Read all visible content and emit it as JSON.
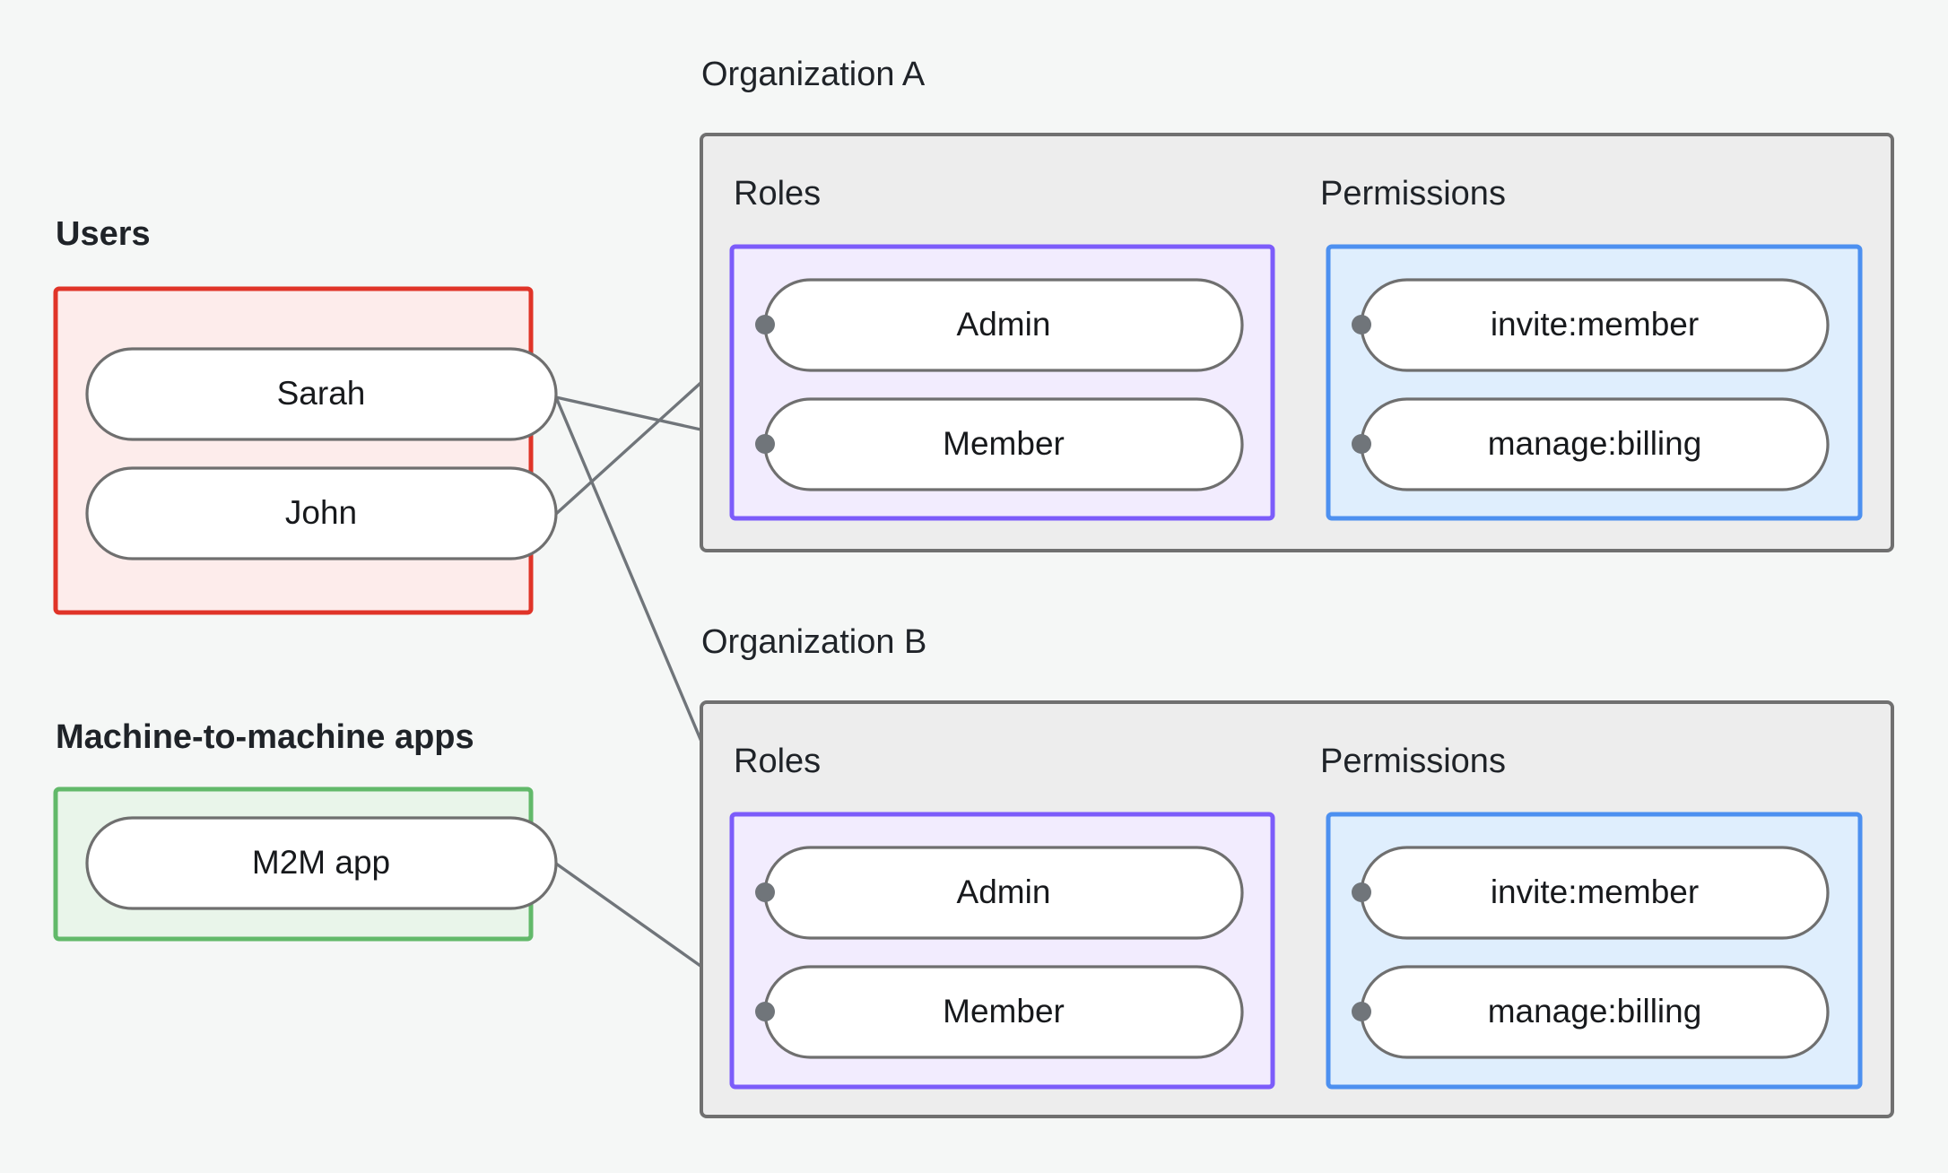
{
  "diagram": {
    "title_users": "Users",
    "title_m2m": "Machine-to-machine apps",
    "org_a": {
      "title": "Organization A",
      "roles_label": "Roles",
      "permissions_label": "Permissions",
      "roles": [
        "Admin",
        "Member"
      ],
      "permissions": [
        "invite:member",
        "manage:billing"
      ]
    },
    "org_b": {
      "title": "Organization B",
      "roles_label": "Roles",
      "permissions_label": "Permissions",
      "roles": [
        "Admin",
        "Member"
      ],
      "permissions": [
        "invite:member",
        "manage:billing"
      ]
    },
    "users": [
      "Sarah",
      "John"
    ],
    "m2m_apps": [
      "M2M app"
    ],
    "colors": {
      "background": "#f5f7f6",
      "users_border": "#e03428",
      "users_fill": "#fdeceb",
      "m2m_border": "#62b96a",
      "m2m_fill": "#e9f5ea",
      "org_border": "#707070",
      "org_fill": "#ededed",
      "roles_border": "#7c5cfa",
      "roles_fill": "#f2ecfe",
      "permissions_border": "#4d90f0",
      "permissions_fill": "#dfeefd",
      "node_border": "#6f6f6f",
      "node_fill": "#ffffff",
      "edge": "#70757a",
      "text": "#17191c"
    },
    "edges": [
      {
        "from": "Sarah",
        "to": "Organization A / Member"
      },
      {
        "from": "Sarah",
        "to": "Organization B / Admin"
      },
      {
        "from": "John",
        "to": "Organization A / Admin"
      },
      {
        "from": "M2M app",
        "to": "Organization B / Member"
      },
      {
        "from": "Organization A / Admin",
        "to": "Organization A / invite:member"
      },
      {
        "from": "Organization A / Admin",
        "to": "Organization A / manage:billing"
      },
      {
        "from": "Organization A / Member",
        "to": "Organization A / manage:billing"
      },
      {
        "from": "Organization B / Admin",
        "to": "Organization B / invite:member"
      },
      {
        "from": "Organization B / Admin",
        "to": "Organization B / manage:billing"
      },
      {
        "from": "Organization B / Member",
        "to": "Organization B / manage:billing"
      }
    ]
  }
}
